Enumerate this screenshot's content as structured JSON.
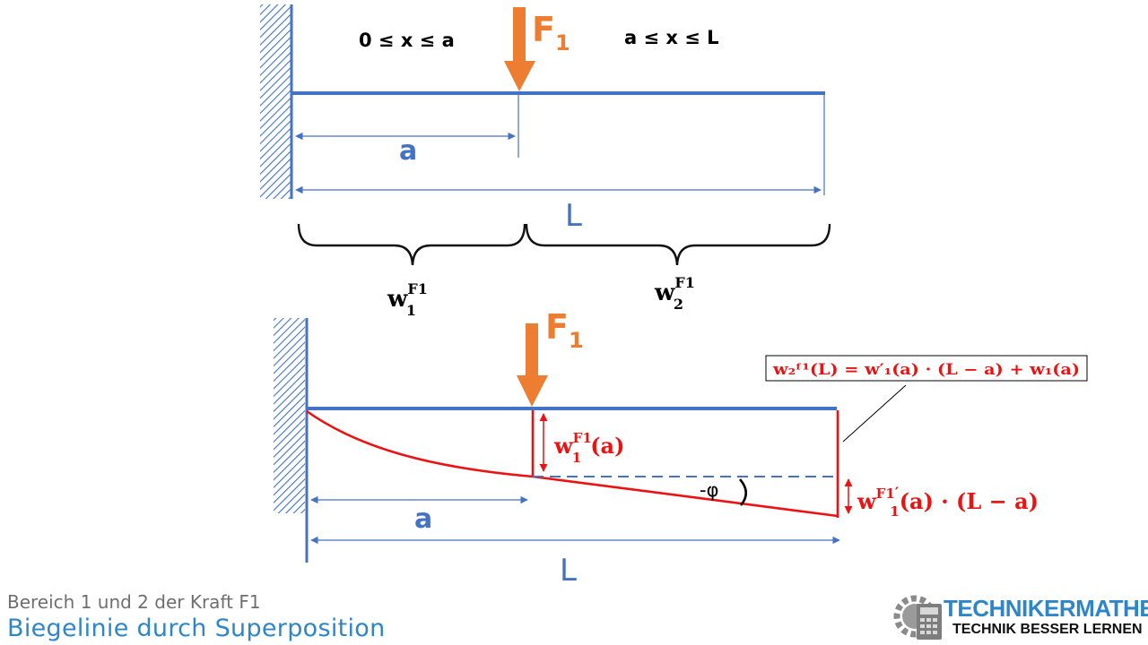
{
  "top": {
    "force_label": "F",
    "force_sub": "1",
    "range_left": "0 ≤ x ≤ a",
    "range_right": "a ≤ x ≤ L",
    "dim_a": "a",
    "dim_L": "L",
    "w1_base": "w",
    "w1_sup": "F1",
    "w1_sub": "1",
    "w2_base": "w",
    "w2_sup": "F1",
    "w2_sub": "2"
  },
  "bottom": {
    "force_label": "F",
    "force_sub": "1",
    "box_formula": "w₂ᶠ¹(L) = w′₁(a) · (L − a) + w₁(a)",
    "defl_label": {
      "base": "w",
      "sup": "F1",
      "sub": "1",
      "arg": "(a)"
    },
    "slope_label": {
      "base": "w",
      "sup": "F1",
      "prime": "′",
      "sub": "1",
      "arg": "(a) · (L − a)"
    },
    "angle": "-φ",
    "dim_a": "a",
    "dim_L": "L"
  },
  "footer": {
    "title": "Bereich 1 und 2 der Kraft F1",
    "subtitle": "Biegelinie durch Superposition"
  },
  "brand": {
    "name": "TECHNIKERMATHE.DE",
    "tagline": "TECHNIK BESSER LERNEN"
  },
  "colors": {
    "beam": "#4472c4",
    "force": "#ed7d31",
    "deflection": "#ee1111",
    "dimension": "#4472c4",
    "footer_title": "#6f6f6f",
    "footer_subtitle": "#2e86c8"
  }
}
